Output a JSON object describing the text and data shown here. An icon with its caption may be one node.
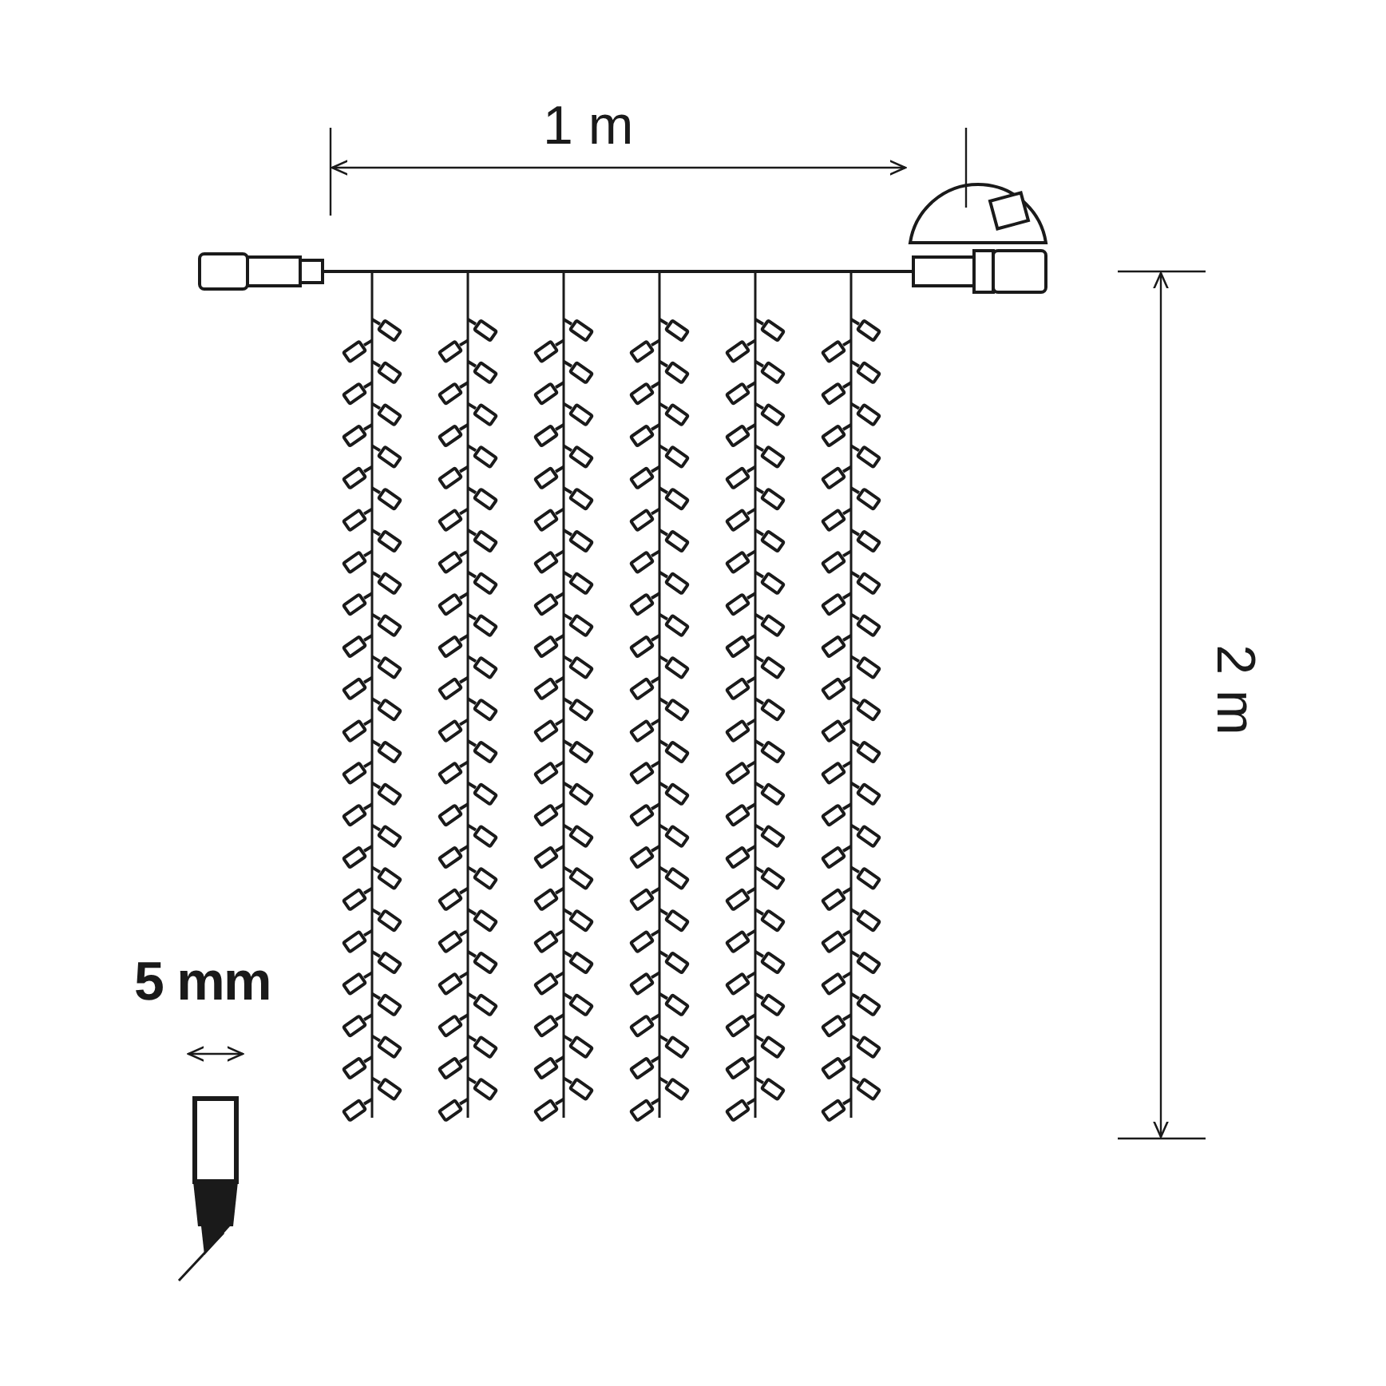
{
  "diagram": {
    "labels": [
      "1 m",
      "2 m",
      "5 mm"
    ]
  }
}
